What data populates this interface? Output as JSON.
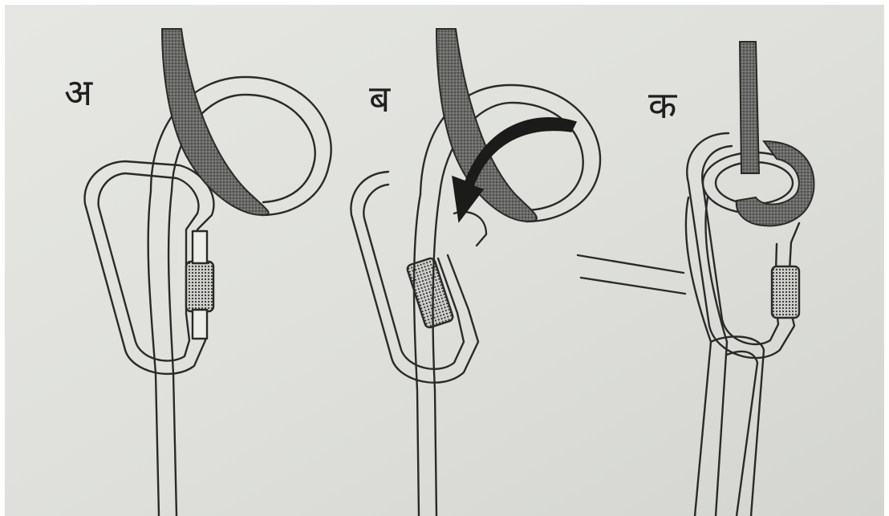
{
  "diagram": {
    "panels": [
      {
        "label": "अ"
      },
      {
        "label": "ब"
      },
      {
        "label": "क"
      }
    ]
  }
}
